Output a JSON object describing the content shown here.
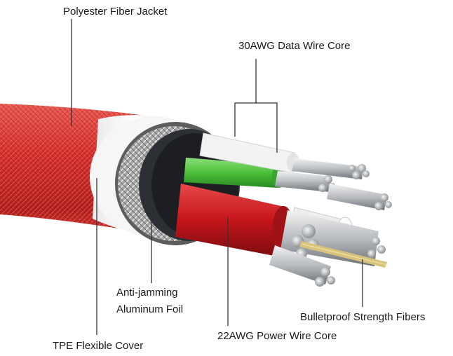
{
  "labels": {
    "jacket": "Polyester Fiber Jacket",
    "data_core": "30AWG Data Wire Core",
    "foil_line1": "Anti-jamming",
    "foil_line2": "Aluminum Foil",
    "fibers": "Bulletproof Strength Fibers",
    "power_core": "22AWG Power Wire Core",
    "tpe": "TPE Flexible Cover"
  },
  "colors": {
    "jacket": "#d8322e",
    "tpe": "#f4f4f4",
    "braid": "#9a9a9a",
    "data_wire": "#4cbf3a",
    "power_wire": "#c4161c",
    "strands": "#b9bcc0",
    "fiber": "#d9c27a",
    "leader_line": "#333333"
  }
}
